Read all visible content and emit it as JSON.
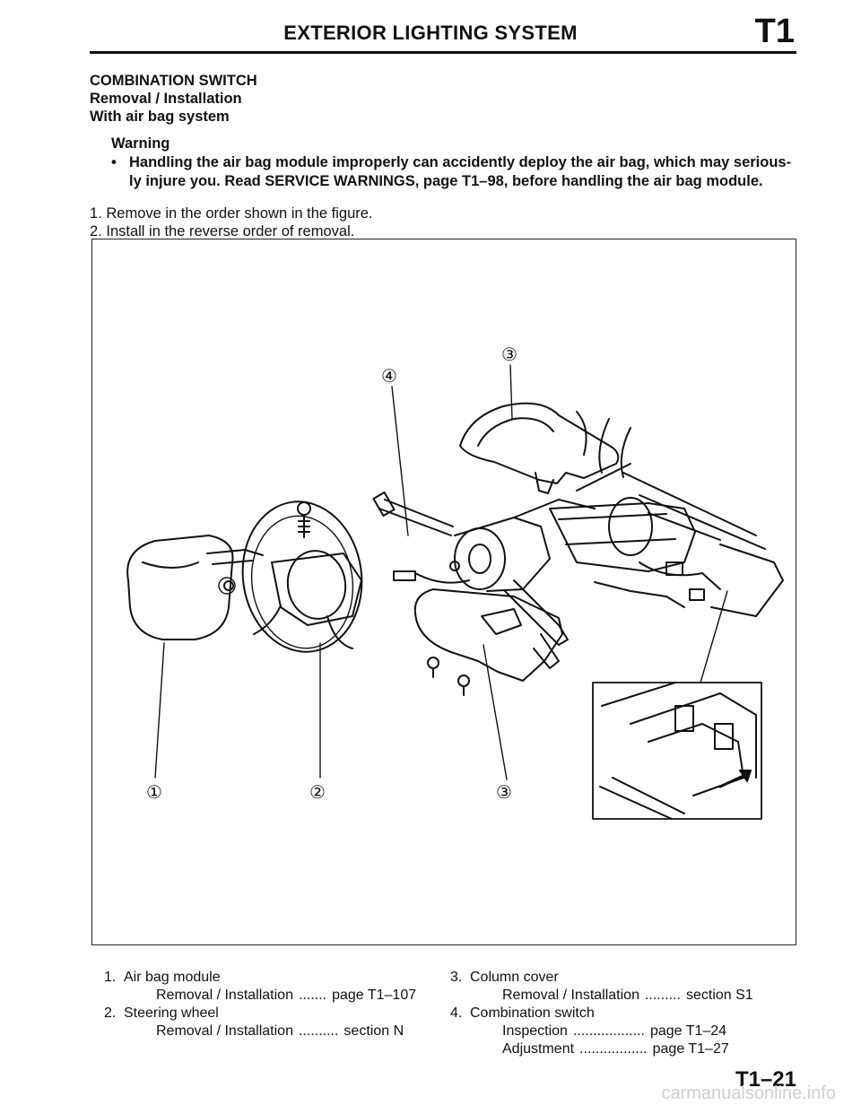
{
  "header": {
    "title": "EXTERIOR LIGHTING SYSTEM",
    "code": "T1"
  },
  "section": {
    "title": "COMBINATION SWITCH",
    "subtitle": "Removal / Installation",
    "condition": "With air bag system"
  },
  "warning": {
    "label": "Warning",
    "bullet": "•",
    "line1": "Handling the air bag module improperly can accidently deploy the air bag, which may serious-",
    "line2": "ly injure you. Read SERVICE WARNINGS, page T1–98, before handling the air bag module."
  },
  "steps": [
    {
      "num": "1.",
      "text": "Remove in the order shown in the figure."
    },
    {
      "num": "2.",
      "text": "Install in the reverse order of removal."
    }
  ],
  "figure": {
    "callouts": {
      "c1": "①",
      "c2": "②",
      "c3": "③",
      "c4": "④"
    }
  },
  "legend": {
    "left": [
      {
        "num": "1.",
        "name": "Air bag module",
        "subs": [
          {
            "label": "Removal / Installation",
            "dots": ".......",
            "ref": "page T1–107"
          }
        ]
      },
      {
        "num": "2.",
        "name": "Steering wheel",
        "subs": [
          {
            "label": "Removal / Installation",
            "dots": "..........",
            "ref": "section N"
          }
        ]
      }
    ],
    "right": [
      {
        "num": "3.",
        "name": "Column cover",
        "subs": [
          {
            "label": "Removal / Installation",
            "dots": ".........",
            "ref": "section S1"
          }
        ]
      },
      {
        "num": "4.",
        "name": "Combination switch",
        "subs": [
          {
            "label": "Inspection",
            "dots": "..................",
            "ref": "page T1–24"
          },
          {
            "label": "Adjustment",
            "dots": ".................",
            "ref": "page T1–27"
          }
        ]
      }
    ]
  },
  "footer": {
    "page": "T1–21",
    "watermark": "carmanualsonline.info"
  }
}
